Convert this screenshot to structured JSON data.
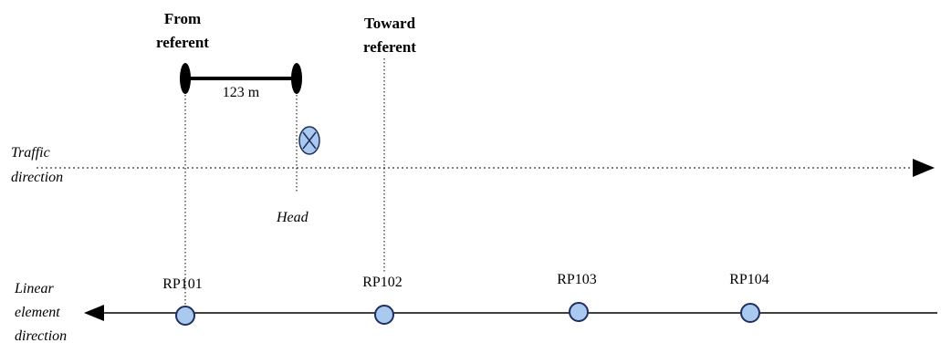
{
  "diagram": {
    "from_referent": [
      "From",
      "referent"
    ],
    "toward_referent": [
      "Toward",
      "referent"
    ],
    "distance": "123 m",
    "head": "Head",
    "traffic_direction": [
      "Traffic",
      "direction"
    ],
    "linear_element_direction": [
      "Linear",
      "element",
      "direction"
    ],
    "reference_points": [
      "RP101",
      "RP102",
      "RP103",
      "RP104"
    ]
  },
  "colors": {
    "marker_fill": "#a9c9ee",
    "marker_stroke": "#1f2f5f",
    "line": "#000000"
  },
  "icons": {
    "head": "head-marker-icon",
    "reference_point": "reference-point-icon",
    "traffic_arrow": "arrow-right-icon",
    "linear_arrow": "arrow-left-icon"
  }
}
